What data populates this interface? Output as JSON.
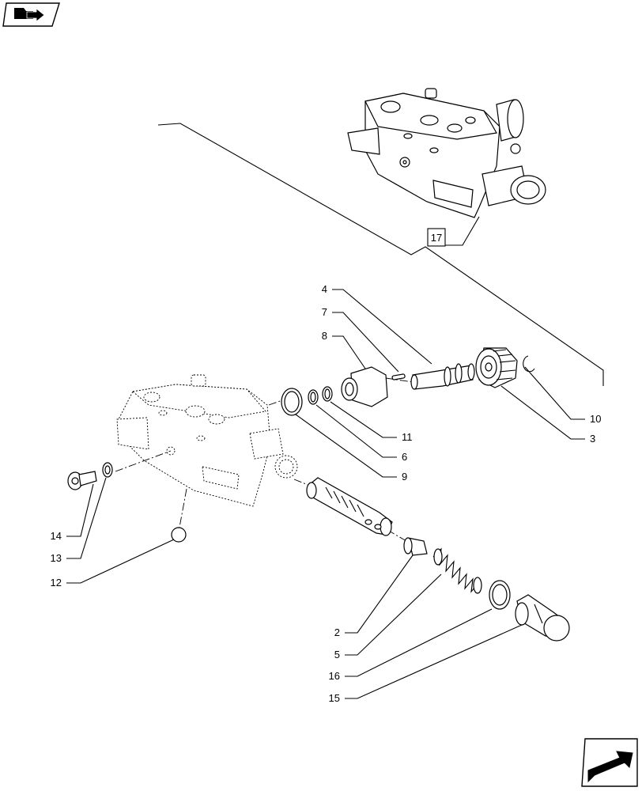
{
  "callouts": {
    "c17": "17",
    "c4": "4",
    "c7": "7",
    "c8": "8",
    "c10": "10",
    "c3": "3",
    "c11": "11",
    "c6": "6",
    "c9": "9",
    "c14": "14",
    "c13": "13",
    "c12": "12",
    "c2": "2",
    "c5": "5",
    "c16": "16",
    "c15": "15"
  },
  "icons": {
    "top_left": "book-arrow-icon",
    "bottom_right": "navigation-arrow-icon"
  }
}
